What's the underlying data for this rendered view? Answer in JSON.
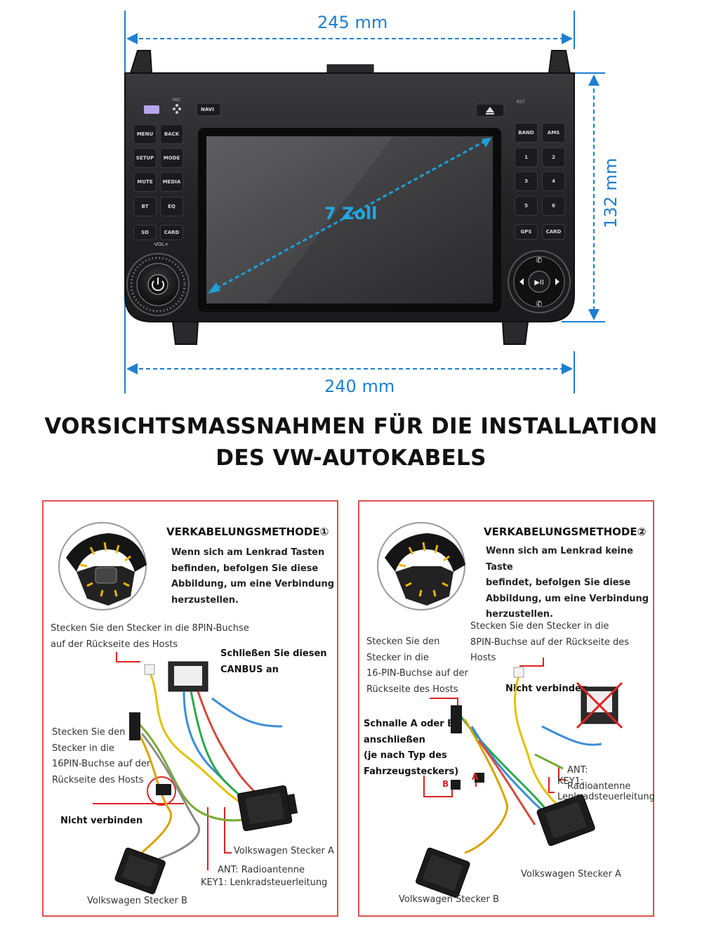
{
  "dimensions": {
    "width_top": "245 mm",
    "height_right": "132 mm",
    "width_bottom": "240 mm",
    "screen_diagonal": "7 Zoll"
  },
  "device": {
    "mic_label": "MIC",
    "rst_label": "RST",
    "navi_label": "NAVI",
    "vol_label": "-VOL+",
    "left_keys": [
      "MENU",
      "BACK",
      "SETUP",
      "MODE",
      "MUTE",
      "MEDIA",
      "BT",
      "EQ",
      "SD",
      "CARD"
    ],
    "right_keys": [
      "BAND",
      "AMS",
      "1",
      "2",
      "3",
      "4",
      "5",
      "6",
      "GPS",
      "CARD"
    ]
  },
  "heading": {
    "line1": "VORSICHTSMASSNAHMEN FÜR DIE INSTALLATION",
    "line2": "DES VW-AUTOKABELS"
  },
  "panels": [
    {
      "title": "VERKABELUNGSMETHODE①",
      "description": [
        "Wenn sich am Lenkrad Tasten",
        "befinden, befolgen Sie diese",
        "Abbildung, um eine Verbindung",
        "herzustellen."
      ],
      "note_8pin": [
        "Stecken Sie den Stecker in die 8PIN-Buchse",
        "auf der Rückseite des Hosts"
      ],
      "note_canbus": [
        "Schließen Sie diesen",
        "CANBUS an"
      ],
      "note_16pin": [
        "Stecken Sie den",
        "Stecker in die",
        "16PIN-Buchse auf der",
        "Rückseite des Hosts"
      ],
      "note_nicht": "Nicht verbinden",
      "plug_a": "Volkswagen Stecker A",
      "ant": "ANT: Radioantenne",
      "key1": "KEY1: Lenkradsteuerleitung",
      "plug_b": "Volkswagen Stecker B"
    },
    {
      "title": "VERKABELUNGSMETHODE②",
      "description": [
        "Wenn sich am Lenkrad keine Taste",
        "befindet, befolgen Sie diese",
        "Abbildung, um eine Verbindung",
        "herzustellen."
      ],
      "note_8pin": [
        "Stecken Sie den Stecker in die",
        "8PIN-Buchse auf der Rückseite des Hosts"
      ],
      "note_16pin": [
        "Stecken Sie den",
        "Stecker in die",
        "16-PIN-Buchse auf der",
        "Rückseite des Hosts"
      ],
      "note_nicht": "Nicht verbinden",
      "note_schnalle": [
        "Schnalle A oder B",
        "anschließen",
        "(je nach Typ des",
        "Fahrzeugsteckers)"
      ],
      "ant": "ANT: Radioantenne",
      "key1": "KEY1:",
      "key1_cont": "Lenkradsteuerleitung",
      "plug_a": "Volkswagen Stecker A",
      "plug_b": "Volkswagen Stecker B",
      "mark_b": "B",
      "mark_a": "A"
    }
  ]
}
